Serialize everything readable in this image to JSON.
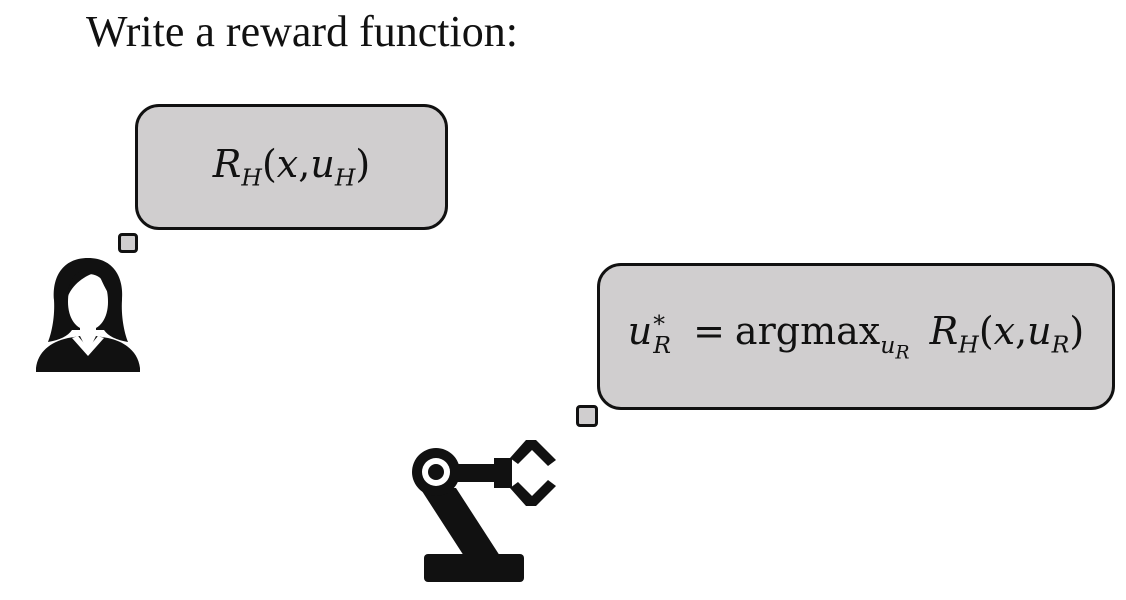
{
  "title": "Write a reward function:",
  "human_bubble": {
    "R": "R",
    "R_sub": "H",
    "open": "(",
    "x": "x",
    "comma": ",",
    "u": "u",
    "u_sub": "H",
    "close": ")"
  },
  "robot_bubble": {
    "u": "u",
    "u_sub": "R",
    "u_sup": "*",
    "equals": "=",
    "argmax": "argmax",
    "argmax_sub_u": "u",
    "argmax_sub_sub": "R",
    "R": "R",
    "R_sub": "H",
    "open": "(",
    "x": "x",
    "comma": ",",
    "u2": "u",
    "u2_sub": "R",
    "close": ")"
  },
  "icons": {
    "human": "person-icon",
    "robot": "robot-arm-icon"
  },
  "colors": {
    "bubble_fill": "#d0cecf",
    "outline": "#111111"
  }
}
